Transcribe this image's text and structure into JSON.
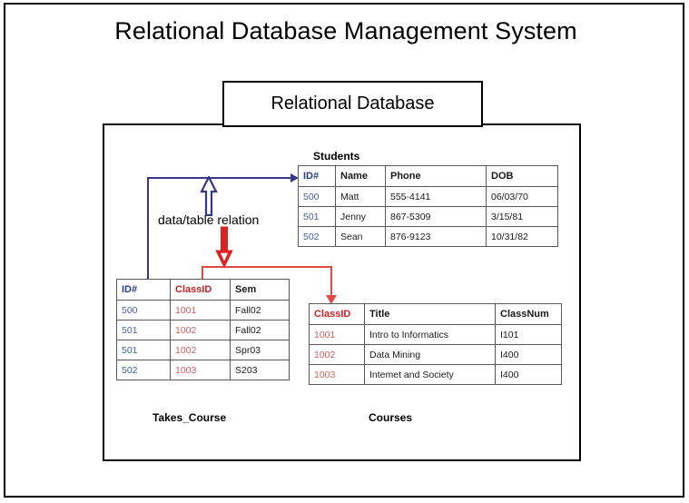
{
  "slide": {
    "title": "Relational Database Management System",
    "subtitle_box_label": "Relational Database",
    "annotation_label": "data/table relation",
    "colors": {
      "blue_header": "#2b3f87",
      "blue_value": "#41609f",
      "red_header": "#cc2222",
      "red_value": "#d2605c",
      "blue_connector": "#35368c",
      "red_connector": "#e04a44",
      "frame": "#000000"
    },
    "icons": {
      "up_arrow": "hollow-blue-up-arrow",
      "down_arrow": "solid-red-down-arrow",
      "blue_relation_arrowhead": "blue-right-arrowhead",
      "red_relation_arrowhead": "red-down-arrowhead"
    }
  },
  "tables": {
    "students": {
      "caption": "Students",
      "headers": [
        "ID#",
        "Name",
        "Phone",
        "DOB"
      ],
      "rows": [
        [
          "500",
          "Matt",
          "555-4141",
          "06/03/70"
        ],
        [
          "501",
          "Jenny",
          "867-5309",
          "3/15/81"
        ],
        [
          "502",
          "Sean",
          "876-9123",
          "10/31/82"
        ]
      ]
    },
    "takes_course": {
      "caption": "Takes_Course",
      "headers": [
        "ID#",
        "ClassID",
        "Sem"
      ],
      "rows": [
        [
          "500",
          "1001",
          "Fall02"
        ],
        [
          "501",
          "1002",
          "Fall02"
        ],
        [
          "501",
          "1002",
          "Spr03"
        ],
        [
          "502",
          "1003",
          "S203"
        ]
      ]
    },
    "courses": {
      "caption": "Courses",
      "headers": [
        "ClassID",
        "Title",
        "ClassNum"
      ],
      "rows": [
        [
          "1001",
          "Intro to Informatics",
          "I101"
        ],
        [
          "1002",
          "Data Mining",
          "I400"
        ],
        [
          "1003",
          "Intemet and Society",
          "I400"
        ]
      ]
    }
  }
}
